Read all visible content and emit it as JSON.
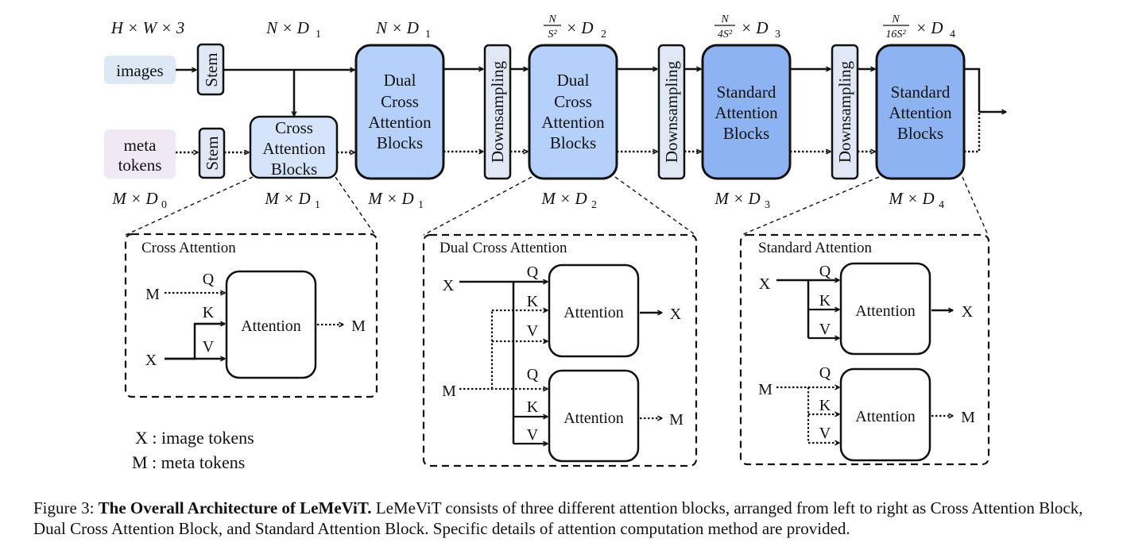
{
  "figure": {
    "inputs": {
      "images": "images",
      "meta_tokens": [
        "meta",
        "tokens"
      ]
    },
    "stem_label": "Stem",
    "downsampling_label": "Downsampling",
    "blocks": {
      "cross": [
        "Cross",
        "Attention",
        "Blocks"
      ],
      "dual1": [
        "Dual",
        "Cross",
        "Attention",
        "Blocks"
      ],
      "dual2": [
        "Dual",
        "Cross",
        "Attention",
        "Blocks"
      ],
      "std1": [
        "Standard",
        "Attention",
        "Blocks"
      ],
      "std2": [
        "Standard",
        "Attention",
        "Blocks"
      ]
    },
    "dims_top": {
      "input": "H × W × 3",
      "stem": "N × D",
      "stem_sub": "1",
      "stage1": "N × D",
      "stage1_sub": "1",
      "stage2_num": "N",
      "stage2_den": "S²",
      "stage2_d": "× D",
      "stage2_sub": "2",
      "stage3_num": "N",
      "stage3_den": "4S²",
      "stage3_d": "× D",
      "stage3_sub": "3",
      "stage4_num": "N",
      "stage4_den": "16S²",
      "stage4_d": "× D",
      "stage4_sub": "4"
    },
    "dims_bottom": {
      "input": "M × D",
      "input_sub": "0",
      "cross": "M × D",
      "cross_sub": "1",
      "stage1": "M × D",
      "stage1_sub": "1",
      "stage2": "M × D",
      "stage2_sub": "2",
      "stage3": "M × D",
      "stage3_sub": "3",
      "stage4": "M × D",
      "stage4_sub": "4"
    },
    "panels": {
      "cross": {
        "title": "Cross Attention",
        "attention": "Attention"
      },
      "dual": {
        "title": "Dual Cross Attention",
        "attention": "Attention"
      },
      "standard": {
        "title": "Standard Attention",
        "attention": "Attention"
      }
    },
    "symbols": {
      "X": "X",
      "M": "M",
      "Q": "Q",
      "K": "K",
      "V": "V"
    },
    "legend": {
      "x": "X : image tokens",
      "m": "M : meta tokens"
    },
    "colors": {
      "images_bg": "#dde8f6",
      "meta_bg": "#f0e8f4",
      "stem_bg": "#dfe8f4",
      "cross_block": "#d6e4fb",
      "dual_block": "#b5d0fa",
      "std_block": "#8db3f2"
    }
  },
  "caption": {
    "label": "Figure 3: ",
    "title": "The Overall Architecture of LeMeViT.",
    "body": " LeMeViT consists of three different attention blocks, arranged from left to right as Cross Attention Block, Dual Cross Attention Block, and Standard Attention Block. Specific details of attention computation method are provided."
  }
}
